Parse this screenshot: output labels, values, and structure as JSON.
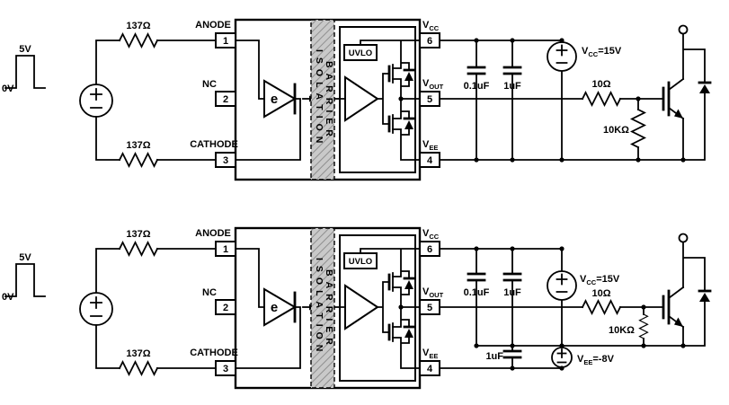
{
  "shared": {
    "input_high_label": "5V",
    "input_low_label": "0V",
    "input_resistor": "137Ω",
    "pin1_name": "ANODE",
    "pin2_name": "NC",
    "pin3_name": "CATHODE",
    "pin_numbers": {
      "p1": "1",
      "p2": "2",
      "p3": "3",
      "p4": "4",
      "p5": "5",
      "p6": "6"
    },
    "led_label": "e",
    "isolation": "ISOLATION",
    "barrier": "BARRIER",
    "uvlo": "UVLO",
    "vcc": {
      "main": "V",
      "sub": "CC"
    },
    "vout": {
      "main": "V",
      "sub": "OUT"
    },
    "vee": {
      "main": "V",
      "sub": "EE"
    },
    "bypass_cap_1": "0.1uF",
    "bypass_cap_2": "1uF",
    "vcc_supply": {
      "main": "V",
      "sub": "CC",
      "rest": "=15V"
    },
    "gate_resistor": "10Ω",
    "gate_emitter_resistor": "10KΩ"
  },
  "bottom": {
    "vee_cap": "1uF",
    "vee_supply": {
      "main": "V",
      "sub": "EE",
      "rest": "=-8V"
    }
  },
  "colors": {
    "line": "#000000",
    "barrier_fill": "#c9c9c9",
    "barrier_hatch": "#8f8f8f",
    "background": "#ffffff"
  }
}
